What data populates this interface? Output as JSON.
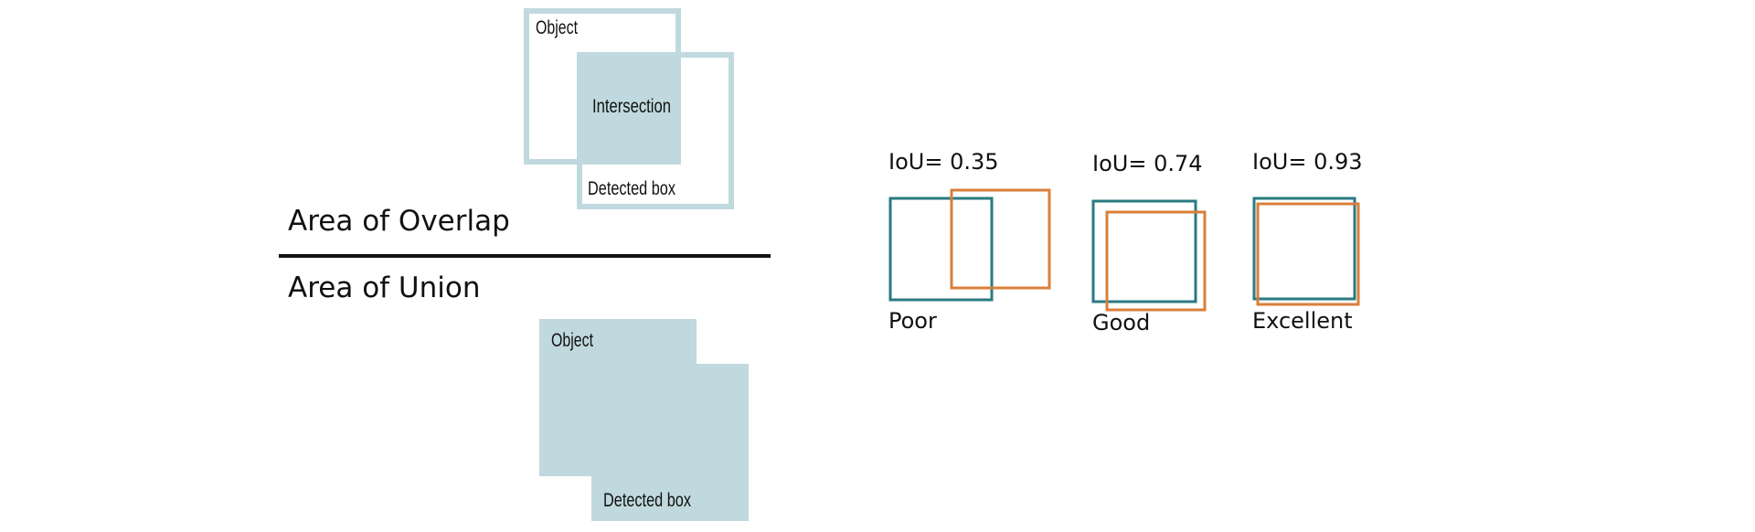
{
  "colors": {
    "fill": "#c0d9de",
    "teal": "#2a7a82",
    "orange": "#d97f3a",
    "ink": "#111111"
  },
  "intersection_diagram": {
    "object_label": "Object",
    "intersection_label": "Intersection",
    "detected_label": "Detected box"
  },
  "fraction": {
    "numerator": "Area of Overlap",
    "denominator": "Area of Union"
  },
  "union_diagram": {
    "object_label": "Object",
    "detected_label": "Detected box"
  },
  "examples": [
    {
      "iou_label": "IoU= 0.35",
      "quality": "Poor"
    },
    {
      "iou_label": "IoU= 0.74",
      "quality": "Good"
    },
    {
      "iou_label": "IoU= 0.93",
      "quality": "Excellent"
    }
  ]
}
